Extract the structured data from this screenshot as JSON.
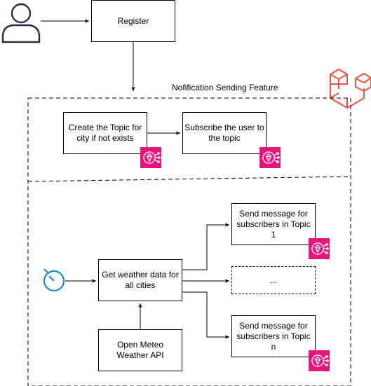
{
  "diagram": {
    "register": "Register",
    "feature_label": "Nofification Sending Feature",
    "create_topic": "Create the Topic for city if not exists",
    "subscribe": "Subscribe the user to the topic",
    "weather": "Get weather data for all cities",
    "api": "Open Meteo Weather API",
    "send_topic_1": "Send message for subscribers in Topic 1",
    "ellipsis": "...",
    "send_topic_n": "Send message for subscribers in Topic n"
  },
  "icons": {
    "user": "user-icon",
    "laravel": "laravel-logo-icon",
    "timer": "timer-icon",
    "sns": "aws-sns-icon"
  },
  "colors": {
    "sns": "#e7157b",
    "laravel": "#f05340",
    "timer": "#1e88d8"
  }
}
